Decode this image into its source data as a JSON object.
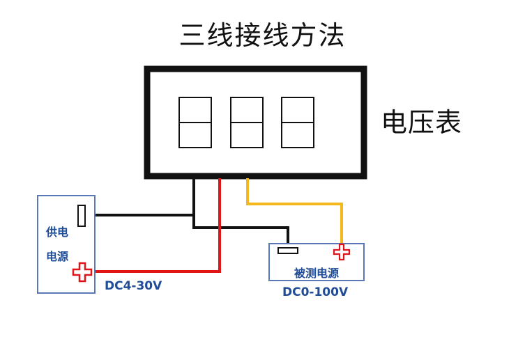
{
  "title": "三线接线方法",
  "meter_label": "电压表",
  "supply": {
    "label_line1": "供电",
    "label_line2": "电源",
    "voltage": "DC4-30V"
  },
  "measured": {
    "label": "被测电源",
    "voltage": "DC0-100V"
  },
  "colors": {
    "black_wire": "#111111",
    "red_wire": "#e01515",
    "yellow_wire": "#f5b81c",
    "box_border": "#5a78b8",
    "label_text": "#1f4d9a",
    "plus_terminal": "#e0151a"
  },
  "icons": {
    "negative_terminal": "minus-terminal-icon",
    "positive_terminal": "plus-terminal-icon"
  }
}
